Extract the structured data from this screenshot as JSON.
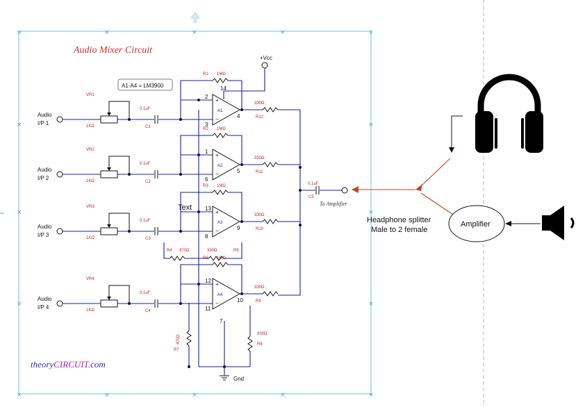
{
  "title": "Audio Mixer Circuit",
  "note": "A1-A4 = LM3900",
  "supply": "+Vcc",
  "ground": "Gnd",
  "brand": {
    "prefix": "theory",
    "main": "CIRCUIT",
    "suffix": ".com"
  },
  "float_text": "Text",
  "output": {
    "cap_value": "0.1uF",
    "cap_name": "C5",
    "label": "To Amplifier"
  },
  "channels": [
    {
      "input_label": "Audio",
      "input_sub": "I/P 1",
      "pot": "VR1",
      "pot_value": "1KΩ",
      "cap_value": "0.1uF",
      "cap_name": "C1",
      "amp": "A1",
      "inp_pin": "3",
      "fb_pin": "2",
      "out_pin": "4",
      "fb_res": "R1",
      "fb_value": "1MΩ",
      "out_res_value": "330Ω",
      "out_res_name": "R12"
    },
    {
      "input_label": "Audio",
      "input_sub": "I/P 2",
      "pot": "VR2",
      "pot_value": "1KΩ",
      "cap_value": "0.1uF",
      "cap_name": "C2",
      "amp": "A2",
      "inp_pin": "6",
      "fb_pin": "1",
      "out_pin": "5",
      "fb_res": "R2",
      "fb_value": "1MΩ",
      "out_res_value": "330Ω",
      "out_res_name": "R11"
    },
    {
      "input_label": "Audio",
      "input_sub": "I/P 3",
      "pot": "VR3",
      "pot_value": "1KΩ",
      "cap_value": "0.1uF",
      "cap_name": "C3",
      "amp": "A3",
      "inp_pin": "8",
      "fb_pin": "13",
      "out_pin": "9",
      "fb_res": "R3",
      "fb_value": "1MΩ",
      "out_res_value": "330Ω",
      "out_res_name": "R10"
    },
    {
      "input_label": "Audio",
      "input_sub": "I/P 4",
      "pot": "VR4",
      "pot_value": "1KΩ",
      "cap_value": "0.1uF",
      "cap_name": "C4",
      "amp": "A4",
      "inp_pin": "11",
      "fb_pin": "12",
      "out_pin": "10",
      "fb_res": "R6",
      "fb_value": "1MΩ",
      "out_res_value": "330Ω",
      "out_res_name": "R9"
    }
  ],
  "vcc_pin": "14",
  "gnd_pin": "7",
  "extra_parts": {
    "r4_name": "R4",
    "r4_value": "470Ω",
    "r5_name": "R5",
    "r5_value": "330Ω",
    "r7_name": "R7",
    "r7_value": "470Ω",
    "r8_name": "R8",
    "r8_value": "330Ω"
  },
  "right_panel": {
    "splitter_line1": "Headphone splitter",
    "splitter_line2": "Male to 2 female",
    "amplifier": "Amplifier",
    "headphone_icon": "headphones-icon",
    "speaker_icon": "speaker-icon"
  },
  "colors": {
    "wire": "#1a1aa8",
    "label": "#c02020",
    "title": "#d03030",
    "brand_main": "#b020b0",
    "brand_other": "#3030b0",
    "arrow": "#c0451f",
    "selection": "#4ab0e0"
  }
}
